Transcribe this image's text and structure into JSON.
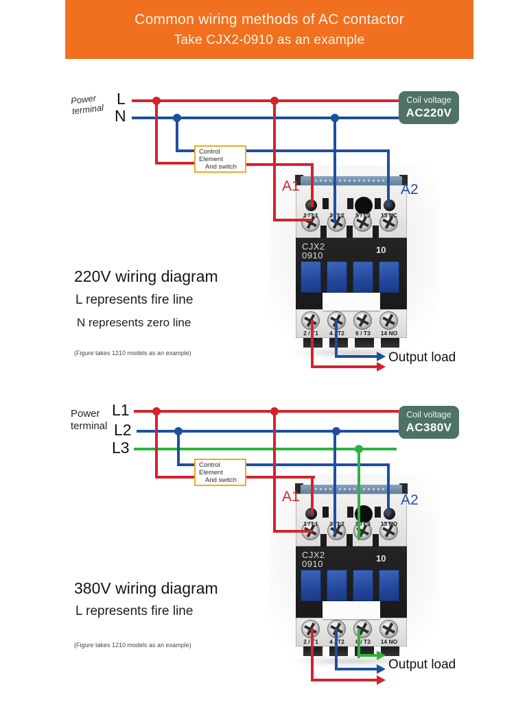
{
  "colors": {
    "red": "#d2232e",
    "blue": "#1e4f9e",
    "green": "#2db33c",
    "orange": "#f0701f",
    "badge": "#4e7168",
    "boxBorder": "#f2a71f"
  },
  "header": {
    "line1": "Common wiring methods of AC contactor",
    "line2": "Take CJX2-0910 as an example"
  },
  "d220": {
    "power_terminal_1": "Power",
    "power_terminal_2": "terminal",
    "line_l": "L",
    "line_n": "N",
    "box_1": "Control",
    "box_2": "Element",
    "box_3": "And switch",
    "badge_title": "Coil voltage",
    "badge_value": "AC220V",
    "a1": "A1",
    "a2": "A2",
    "title": "220V wiring diagram",
    "note1": "L represents fire line",
    "note2": "N represents zero line",
    "footnote": "(Figure takes 1210 models as an example)",
    "output": "Output load"
  },
  "d380": {
    "power_terminal_1": "Power",
    "power_terminal_2": "terminal",
    "line_l1": "L1",
    "line_l2": "L2",
    "line_l3": "L3",
    "box_1": "Control",
    "box_2": "Element",
    "box_3": "And switch",
    "badge_title": "Coil voltage",
    "badge_value": "AC380V",
    "a1": "A1",
    "a2": "A2",
    "title": "380V wiring diagram",
    "note1": "L represents fire line",
    "footnote": "(Figure takes 1210 models as an example)",
    "output": "Output load"
  },
  "contactor220": {
    "model_1": "CJX2",
    "model_2": "0910",
    "aux": "10",
    "top_terminals": [
      "1 / L1",
      "3 / L2",
      "5 / L3",
      "13 NC"
    ],
    "bottom_terminals": [
      "2 / T1",
      "4 / T2",
      "6 / T3",
      "14 NO"
    ]
  },
  "contactor380": {
    "model_1": "CJX2",
    "model_2": "0910",
    "aux": "10",
    "top_terminals": [
      "1 / L1",
      "3 / L2",
      "5 / L3",
      "13 NO"
    ],
    "bottom_terminals": [
      "2 / T1",
      "4 / T2",
      "6 / T3",
      "14 NO"
    ]
  }
}
